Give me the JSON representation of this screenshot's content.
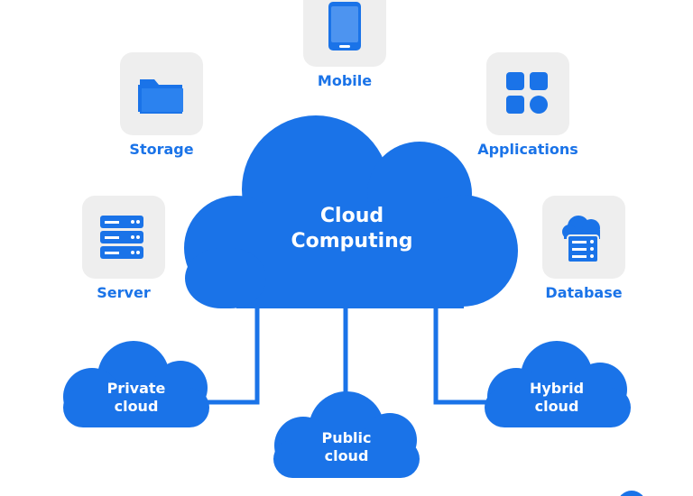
{
  "colors": {
    "accent": "#1a73e8",
    "tile_bg": "#eeeeee",
    "cloud_text": "#ffffff"
  },
  "center": {
    "line1": "Cloud",
    "line2": "Computing"
  },
  "services": {
    "mobile": {
      "label": "Mobile",
      "icon": "smartphone-icon"
    },
    "storage": {
      "label": "Storage",
      "icon": "folder-icon"
    },
    "applications": {
      "label": "Applications",
      "icon": "apps-grid-icon"
    },
    "server": {
      "label": "Server",
      "icon": "server-rack-icon"
    },
    "database": {
      "label": "Database",
      "icon": "cloud-database-icon"
    }
  },
  "deployments": {
    "private": {
      "line1": "Private",
      "line2": "cloud"
    },
    "public": {
      "line1": "Public",
      "line2": "cloud"
    },
    "hybrid": {
      "line1": "Hybrid",
      "line2": "cloud"
    }
  }
}
